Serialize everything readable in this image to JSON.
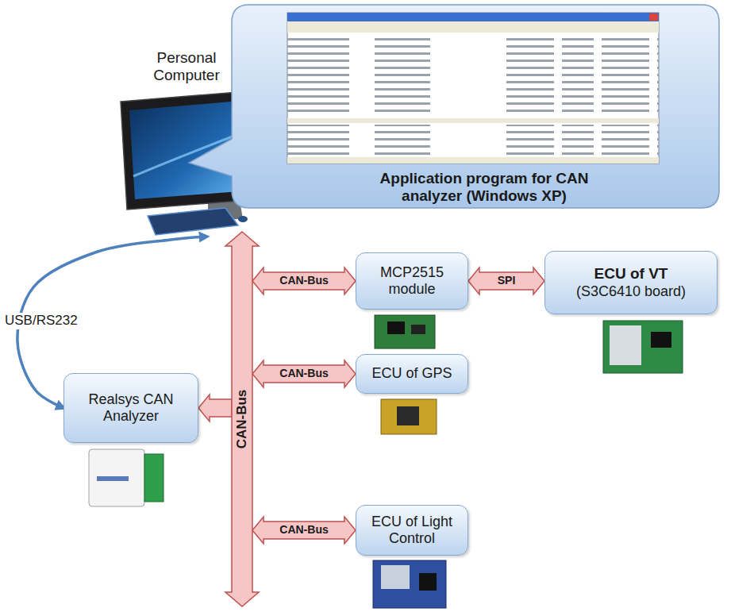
{
  "diagram": {
    "nodes": [
      {
        "text": [
          "Personal Computer"
        ]
      },
      {
        "text": [
          "Application program for CAN analyzer (Windows XP)"
        ]
      },
      {
        "text": [
          "MCP2515 module"
        ]
      },
      {
        "text": [
          "ECU of VT",
          "(S3C6410 board)"
        ]
      },
      {
        "text": [
          "CAN-Bus"
        ]
      },
      {
        "text": [
          "Realsys CAN Analyzer"
        ]
      },
      {
        "text": [
          "ECU of GPS"
        ]
      },
      {
        "text": [
          "ECU of Light Control"
        ]
      }
    ],
    "edges": [
      {
        "from": 5,
        "to": 0,
        "label": "USB/RS232",
        "arrow": "both"
      },
      {
        "from": 4,
        "to": 5,
        "arrow": "to"
      },
      {
        "from": 4,
        "to": 2,
        "label": "CAN-Bus",
        "arrow": "both"
      },
      {
        "from": 2,
        "to": 3,
        "label": "SPI",
        "arrow": "both"
      },
      {
        "from": 4,
        "to": 6,
        "label": "CAN-Bus",
        "arrow": "both"
      },
      {
        "from": 4,
        "to": 7,
        "label": "CAN-Bus",
        "arrow": "both"
      }
    ]
  }
}
